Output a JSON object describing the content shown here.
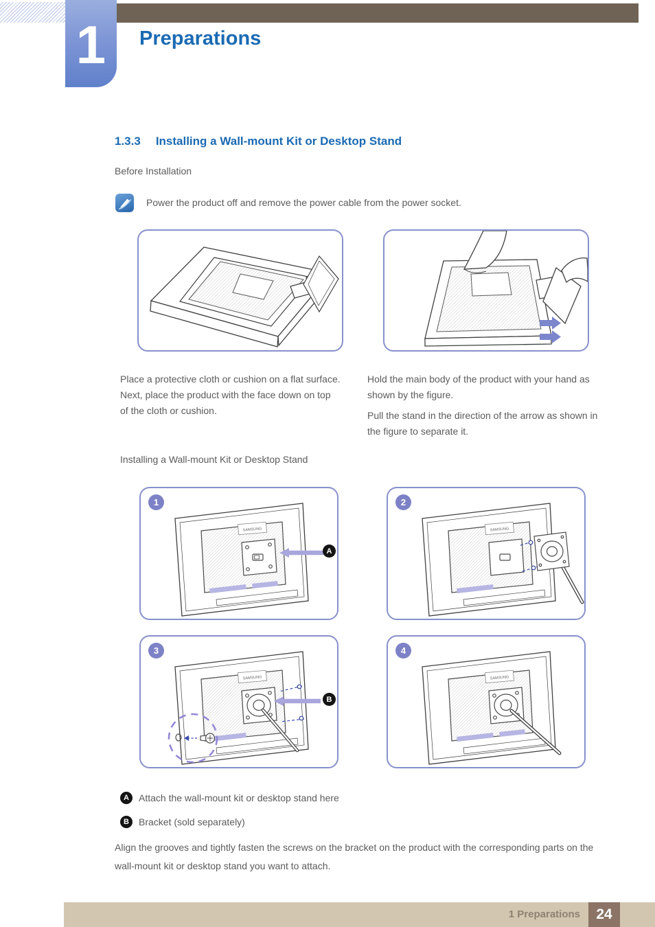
{
  "page": {
    "header": {
      "chapter_number": "1",
      "chapter_title": "Preparations"
    },
    "section_heading": {
      "number": "1.3.3",
      "title": "Installing a Wall-mount Kit or Desktop Stand"
    },
    "before_installation": "Before Installation",
    "note": {
      "icon": "pen-icon",
      "text": "Power the product off and remove the power cable from the power socket."
    },
    "figures_top": {
      "left_caption": "Place a protective cloth or cushion on a flat surface. Next, place the product with the face down on top of the cloth or cushion.",
      "right_caption_1": "Hold the main body of the product with your hand as shown by the figure.",
      "right_caption_2": "Pull the stand in the direction of the arrow as shown in the figure to separate it."
    },
    "installing_label": "Installing a Wall-mount Kit or Desktop Stand",
    "steps": [
      {
        "number": "1"
      },
      {
        "number": "2"
      },
      {
        "number": "3"
      },
      {
        "number": "4"
      }
    ],
    "brand_label": "SAMSUNG",
    "legend": [
      {
        "key": "A",
        "text": "Attach the wall-mount kit or desktop stand here"
      },
      {
        "key": "B",
        "text": "Bracket (sold separately)"
      }
    ],
    "closing_paragraph": "Align the grooves and tightly fasten the screws on the bracket on the product with the corresponding parts on the wall-mount kit or desktop stand you want to attach.",
    "footer": {
      "section_label": "1 Preparations",
      "page_number": "24"
    },
    "colors": {
      "accent_blue": "#1a6ab3",
      "header_bar_brown": "#6f6355",
      "chapter_tab_blue": "#7f96d6",
      "figure_border_purple": "#8790cc",
      "step_badge_purple": "#7d82c7",
      "arrow_purple": "#a9a6dd",
      "note_icon_blue": "#2766ab",
      "footer_bar_tan": "#d2c6b0",
      "page_number_bg": "#8b7465",
      "body_text_gray": "#5b5b5b"
    }
  }
}
